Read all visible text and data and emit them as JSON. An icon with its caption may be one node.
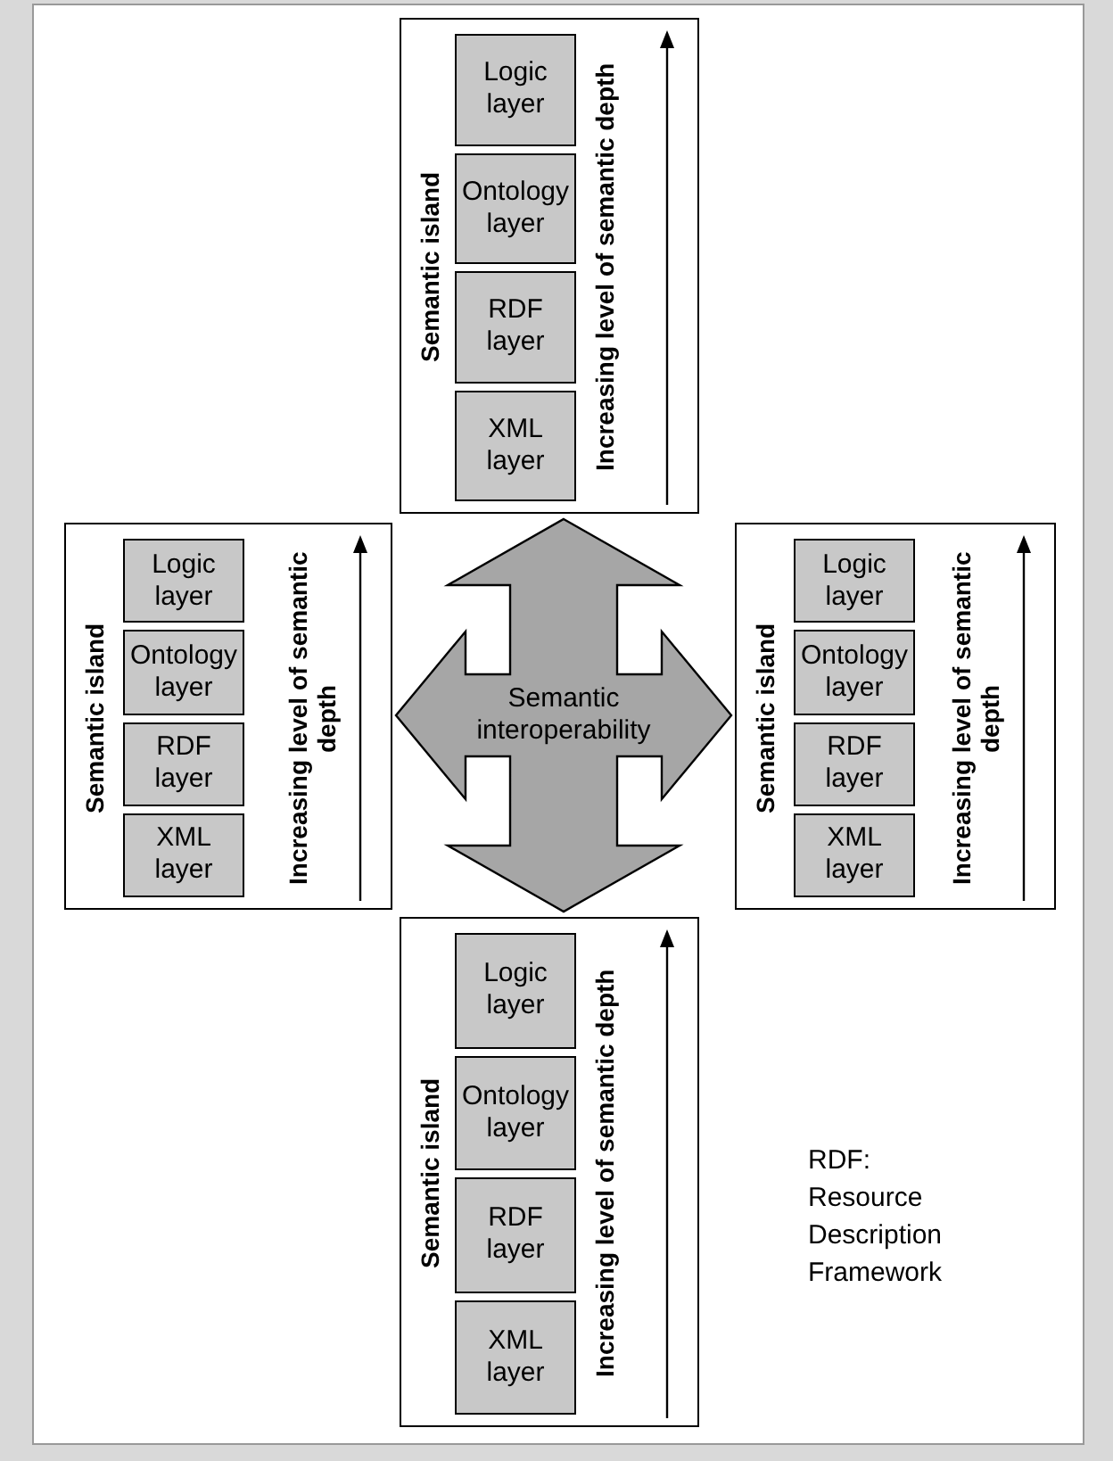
{
  "diagram": {
    "nodes": [
      {
        "text": [
          "Semantic island",
          "Increasing level of semantic depth"
        ]
      },
      {
        "text": [
          "Logic layer"
        ],
        "in": 0
      },
      {
        "text": [
          "Ontology layer"
        ],
        "in": 0
      },
      {
        "text": [
          "RDF layer"
        ],
        "in": 0
      },
      {
        "text": [
          "XML layer"
        ],
        "in": 0
      },
      {
        "text": [
          "Semantic island",
          "Increasing level of semantic depth"
        ]
      },
      {
        "text": [
          "Logic layer"
        ],
        "in": 5
      },
      {
        "text": [
          "Ontology layer"
        ],
        "in": 5
      },
      {
        "text": [
          "RDF layer"
        ],
        "in": 5
      },
      {
        "text": [
          "XML layer"
        ],
        "in": 5
      },
      {
        "text": [
          "Semantic interoperability"
        ]
      },
      {
        "text": [
          "Semantic island",
          "Increasing level of semantic depth"
        ]
      },
      {
        "text": [
          "Logic layer"
        ],
        "in": 11
      },
      {
        "text": [
          "Ontology layer"
        ],
        "in": 11
      },
      {
        "text": [
          "RDF layer"
        ],
        "in": 11
      },
      {
        "text": [
          "XML layer"
        ],
        "in": 11
      },
      {
        "text": [
          "Semantic island",
          "Increasing level of semantic depth"
        ]
      },
      {
        "text": [
          "Logic layer"
        ],
        "in": 16
      },
      {
        "text": [
          "Ontology layer"
        ],
        "in": 16
      },
      {
        "text": [
          "RDF layer"
        ],
        "in": 16
      },
      {
        "text": [
          "XML layer"
        ],
        "in": 16
      }
    ],
    "labels": [
      "RDF: Resource Description Framework"
    ]
  }
}
